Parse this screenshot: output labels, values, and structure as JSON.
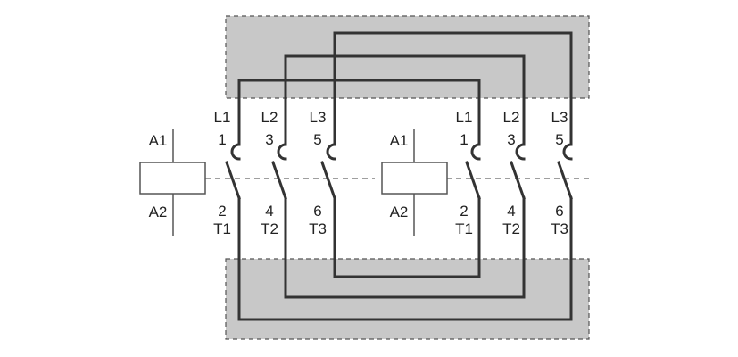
{
  "diagram": {
    "type": "reversing-contactor-wiring",
    "contactor_left": {
      "coil": {
        "top_label": "A1",
        "bottom_label": "A2"
      },
      "poles": [
        {
          "line": "L1",
          "in": "1",
          "out": "2",
          "load": "T1"
        },
        {
          "line": "L2",
          "in": "3",
          "out": "4",
          "load": "T2"
        },
        {
          "line": "L3",
          "in": "5",
          "out": "6",
          "load": "T3"
        }
      ]
    },
    "contactor_right": {
      "coil": {
        "top_label": "A1",
        "bottom_label": "A2"
      },
      "poles": [
        {
          "line": "L1",
          "in": "1",
          "out": "2",
          "load": "T1"
        },
        {
          "line": "L2",
          "in": "3",
          "out": "4",
          "load": "T2"
        },
        {
          "line": "L3",
          "in": "5",
          "out": "6",
          "load": "T3"
        }
      ]
    },
    "colors": {
      "zone_fill": "#c8c8c8",
      "wire": "#333333",
      "label": "#222222"
    }
  }
}
